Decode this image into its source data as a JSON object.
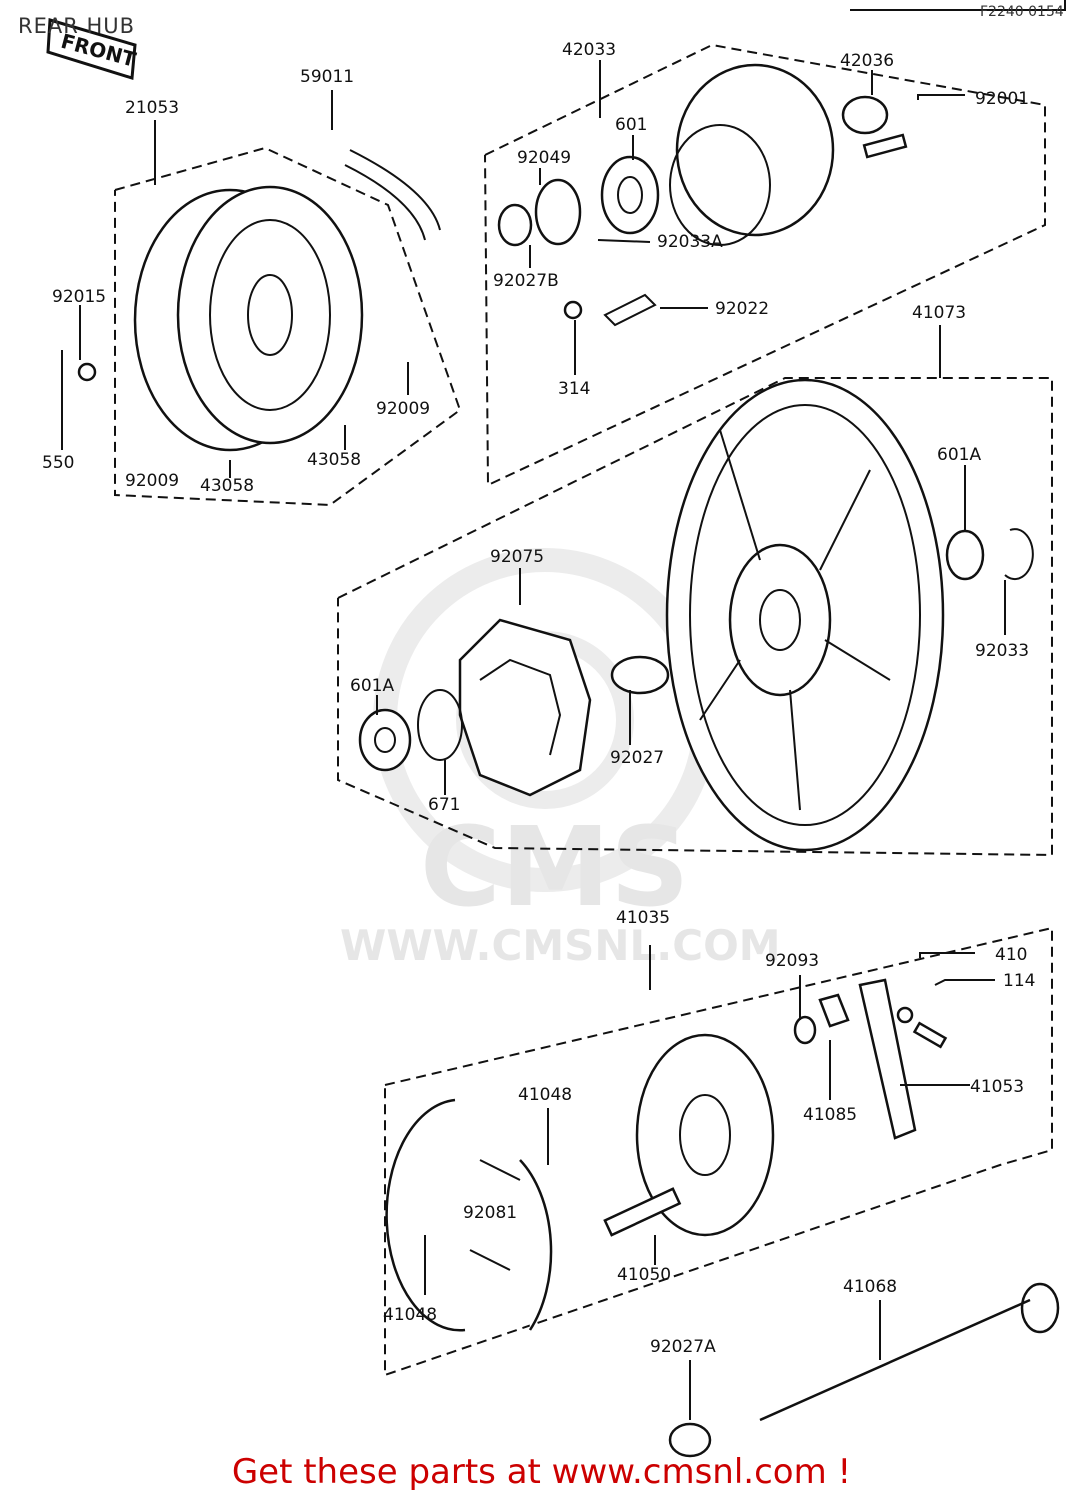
{
  "header": {
    "title": "REAR HUB",
    "diagram_code": "F2240 0154"
  },
  "front_tag": "FRONT",
  "watermark": {
    "logo_text": "CMS",
    "url_text": "WWW.CMSNL.COM"
  },
  "footer": {
    "text": "Get these parts at www.cmsnl.com !"
  },
  "parts": {
    "p21053": "21053",
    "p59011": "59011",
    "p92015": "92015",
    "p550": "550",
    "p92009a": "92009",
    "p92009b": "92009",
    "p43058a": "43058",
    "p43058b": "43058",
    "p42033": "42033",
    "p42036": "42036",
    "p92001": "92001",
    "p601": "601",
    "p92049": "92049",
    "p92033a": "92033A",
    "p92027b": "92027B",
    "p92022": "92022",
    "p314": "314",
    "p41073": "41073",
    "p601a_r": "601A",
    "p92033": "92033",
    "p92075": "92075",
    "p601a_l": "601A",
    "p671": "671",
    "p92027": "92027",
    "p41035": "41035",
    "p92093": "92093",
    "p410": "410",
    "p114": "114",
    "p41053": "41053",
    "p41085": "41085",
    "p41048a": "41048",
    "p41048b": "41048",
    "p92081": "92081",
    "p41050": "41050",
    "p41068": "41068",
    "p92027a": "92027A"
  },
  "colors": {
    "line": "#111111",
    "footer": "#cc0000",
    "watermark": "#e6e6e6"
  }
}
